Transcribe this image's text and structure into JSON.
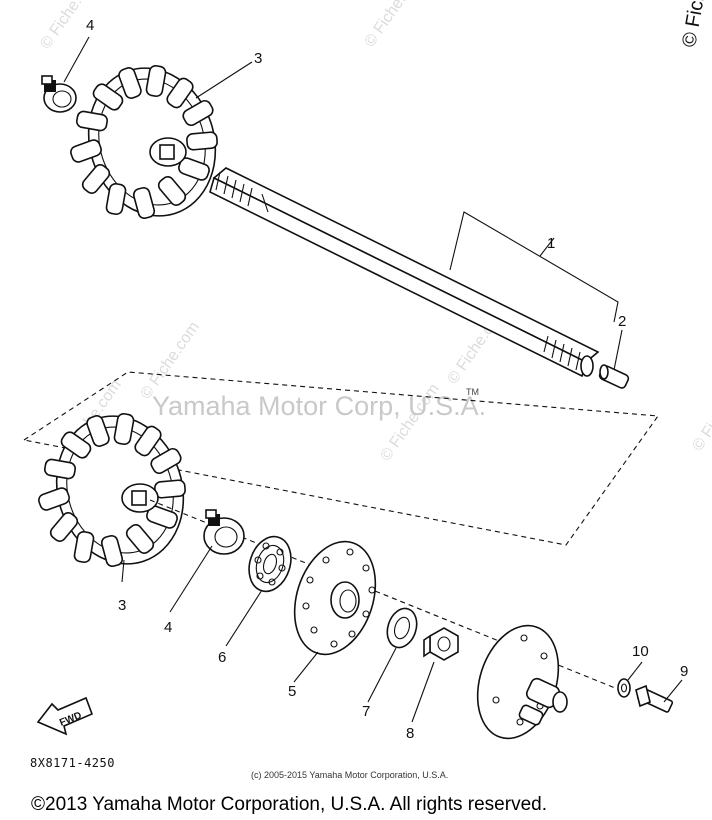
{
  "watermark": {
    "brand": "Yamaha Motor Corp, U.S.A.",
    "tm": "TM",
    "site": "© Fiche.com"
  },
  "callouts": {
    "c1": "1",
    "c2": "2",
    "c3_top": "3",
    "c3_bottom": "3",
    "c4_top": "4",
    "c4_bottom": "4",
    "c5": "5",
    "c6": "6",
    "c7": "7",
    "c8": "8",
    "c9": "9",
    "c10": "10"
  },
  "fwd_label": "FWD",
  "part_code": "8X8171-4250",
  "copyright_small": "(c) 2005-2015 Yamaha Motor Corporation, U.S.A.",
  "copyright_main": "©2013 Yamaha Motor Corporation, U.S.A. All rights reserved."
}
